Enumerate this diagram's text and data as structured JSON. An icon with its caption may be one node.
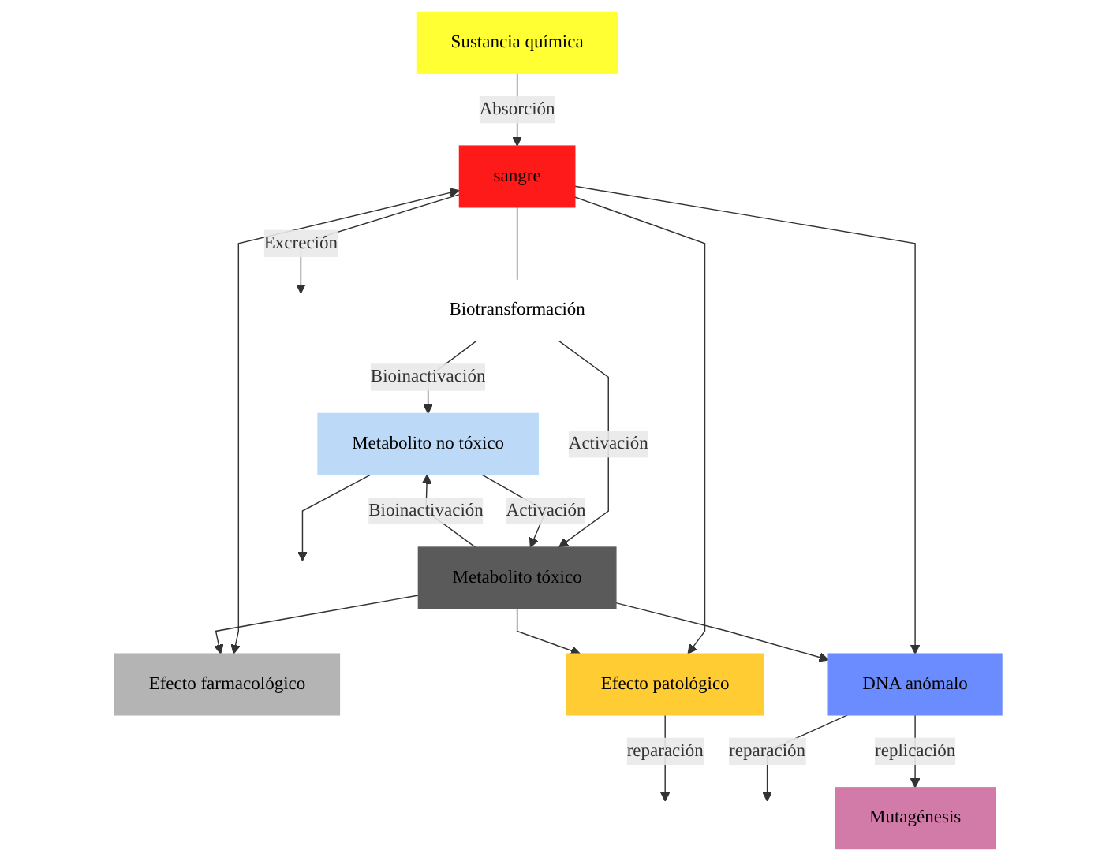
{
  "diagram": {
    "nodes": [
      {
        "text": [
          "Sustancia química"
        ]
      },
      {
        "text": [
          "sangre"
        ]
      },
      {
        "text": [
          "Efecto farmacológico"
        ]
      },
      {
        "text": [
          "Efecto patológico"
        ]
      },
      {
        "text": [
          "DNA anómalo"
        ]
      },
      {
        "text": [
          "Biotransformación"
        ]
      },
      {
        "text": [
          "Metabolito no tóxico"
        ]
      },
      {
        "text": [
          "Metabolito tóxico"
        ]
      },
      {
        "text": [
          "Mutagénesis"
        ]
      }
    ],
    "edges": [
      {
        "from": 0,
        "to": 1,
        "arrow": "to",
        "label": "Absorción"
      },
      {
        "from": 1,
        "to": 2,
        "arrow": "both"
      },
      {
        "from": 1,
        "to": 3,
        "arrow": "to"
      },
      {
        "from": 1,
        "to": 4,
        "arrow": "to"
      },
      {
        "from": 1,
        "to": 5,
        "arrow": "none"
      },
      {
        "from": 1,
        "to": null,
        "arrow": "to",
        "label": "Excreción"
      },
      {
        "from": 5,
        "to": 6,
        "arrow": "to",
        "label": "Bioinactivación"
      },
      {
        "from": 5,
        "to": 7,
        "arrow": "to",
        "label": "Activación"
      },
      {
        "from": 6,
        "to": null,
        "arrow": "to"
      },
      {
        "from": 6,
        "to": 7,
        "arrow": "to",
        "label": "Activación"
      },
      {
        "from": 7,
        "to": 6,
        "arrow": "to",
        "label": "Bioinactivación"
      },
      {
        "from": 7,
        "to": 2,
        "arrow": "to"
      },
      {
        "from": 7,
        "to": 3,
        "arrow": "to"
      },
      {
        "from": 7,
        "to": 4,
        "arrow": "to"
      },
      {
        "from": 3,
        "to": null,
        "arrow": "to",
        "label": "reparación"
      },
      {
        "from": 4,
        "to": null,
        "arrow": "to",
        "label": "reparación"
      },
      {
        "from": 4,
        "to": 8,
        "arrow": "to",
        "label": "replicación"
      }
    ]
  }
}
